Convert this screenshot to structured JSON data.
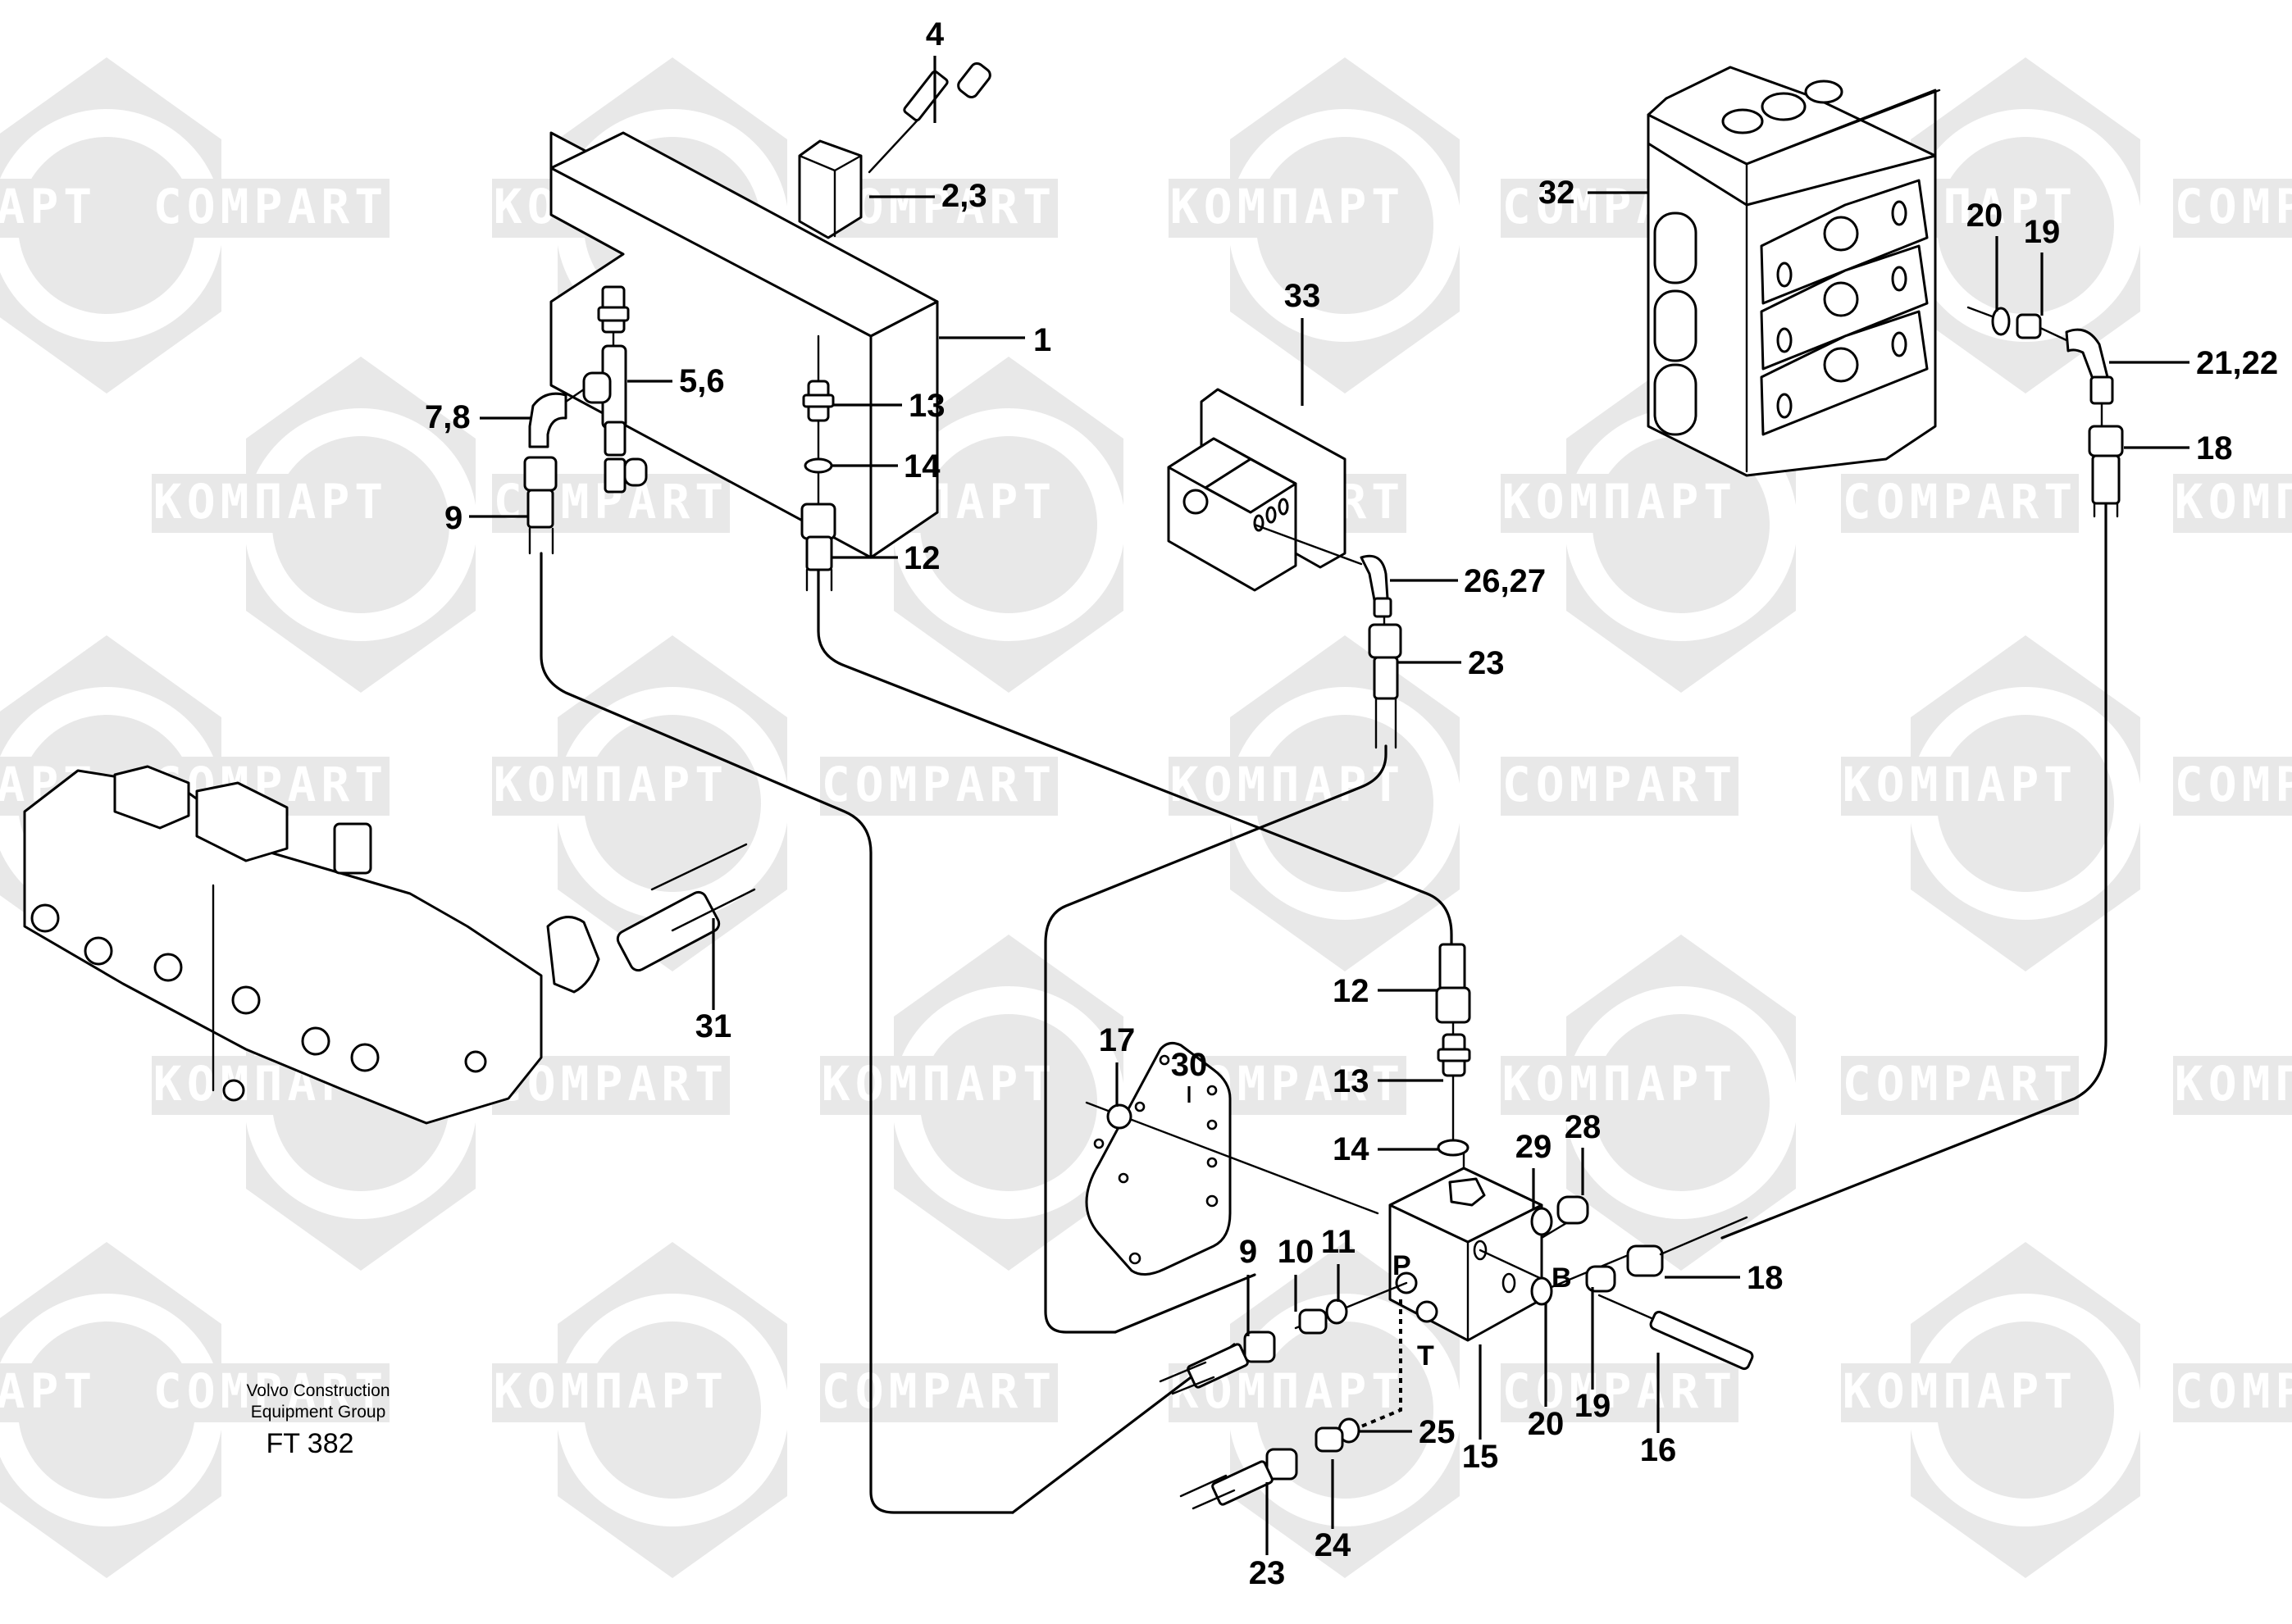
{
  "diagram": {
    "type": "exploded-parts-diagram",
    "watermark": {
      "texts": [
        "КОМПАРТ",
        "COMPART"
      ],
      "color": "#e8e8e8"
    },
    "caption": {
      "line1": "Volvo Construction",
      "line2": "Equipment Group",
      "code": "FT 382"
    },
    "port_labels": {
      "p": "P",
      "t": "T",
      "b": "B"
    },
    "callouts": [
      {
        "id": "c4",
        "label": "4"
      },
      {
        "id": "c23a",
        "label": "2,3"
      },
      {
        "id": "c1",
        "label": "1"
      },
      {
        "id": "c56",
        "label": "5,6"
      },
      {
        "id": "c78",
        "label": "7,8"
      },
      {
        "id": "c13a",
        "label": "13"
      },
      {
        "id": "c14a",
        "label": "14"
      },
      {
        "id": "c9a",
        "label": "9"
      },
      {
        "id": "c12a",
        "label": "12"
      },
      {
        "id": "c33",
        "label": "33"
      },
      {
        "id": "c2627",
        "label": "26,27"
      },
      {
        "id": "c23b",
        "label": "23"
      },
      {
        "id": "c32",
        "label": "32"
      },
      {
        "id": "c20a",
        "label": "20"
      },
      {
        "id": "c19a",
        "label": "19"
      },
      {
        "id": "c2122",
        "label": "21,22"
      },
      {
        "id": "c18a",
        "label": "18"
      },
      {
        "id": "c31",
        "label": "31"
      },
      {
        "id": "c12b",
        "label": "12"
      },
      {
        "id": "c13b",
        "label": "13"
      },
      {
        "id": "c14b",
        "label": "14"
      },
      {
        "id": "c17",
        "label": "17"
      },
      {
        "id": "c30",
        "label": "30"
      },
      {
        "id": "c29",
        "label": "29"
      },
      {
        "id": "c28",
        "label": "28"
      },
      {
        "id": "c9b",
        "label": "9"
      },
      {
        "id": "c10",
        "label": "10"
      },
      {
        "id": "c11",
        "label": "11"
      },
      {
        "id": "c18b",
        "label": "18"
      },
      {
        "id": "c25",
        "label": "25"
      },
      {
        "id": "c15",
        "label": "15"
      },
      {
        "id": "c20b",
        "label": "20"
      },
      {
        "id": "c19b",
        "label": "19"
      },
      {
        "id": "c16",
        "label": "16"
      },
      {
        "id": "c23c",
        "label": "23"
      },
      {
        "id": "c24",
        "label": "24"
      }
    ]
  }
}
